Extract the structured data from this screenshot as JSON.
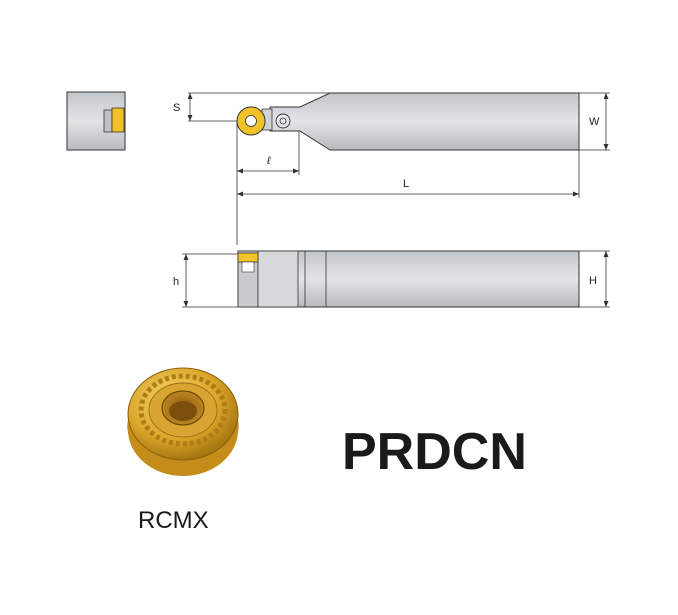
{
  "dimensions": {
    "s": "S",
    "w": "W",
    "l_small": "ℓ",
    "l_big": "L",
    "h_small": "h",
    "h_big": "H"
  },
  "insert": {
    "label": "RCMX"
  },
  "tool": {
    "code": "PRDCN"
  },
  "colors": {
    "steel_light": "#d4d6d8",
    "steel_dark": "#a9acaf",
    "gold": "#d9a62a",
    "gold_dark": "#9c6d0c",
    "insert_yellow": "#f2c229",
    "line": "#333333"
  }
}
